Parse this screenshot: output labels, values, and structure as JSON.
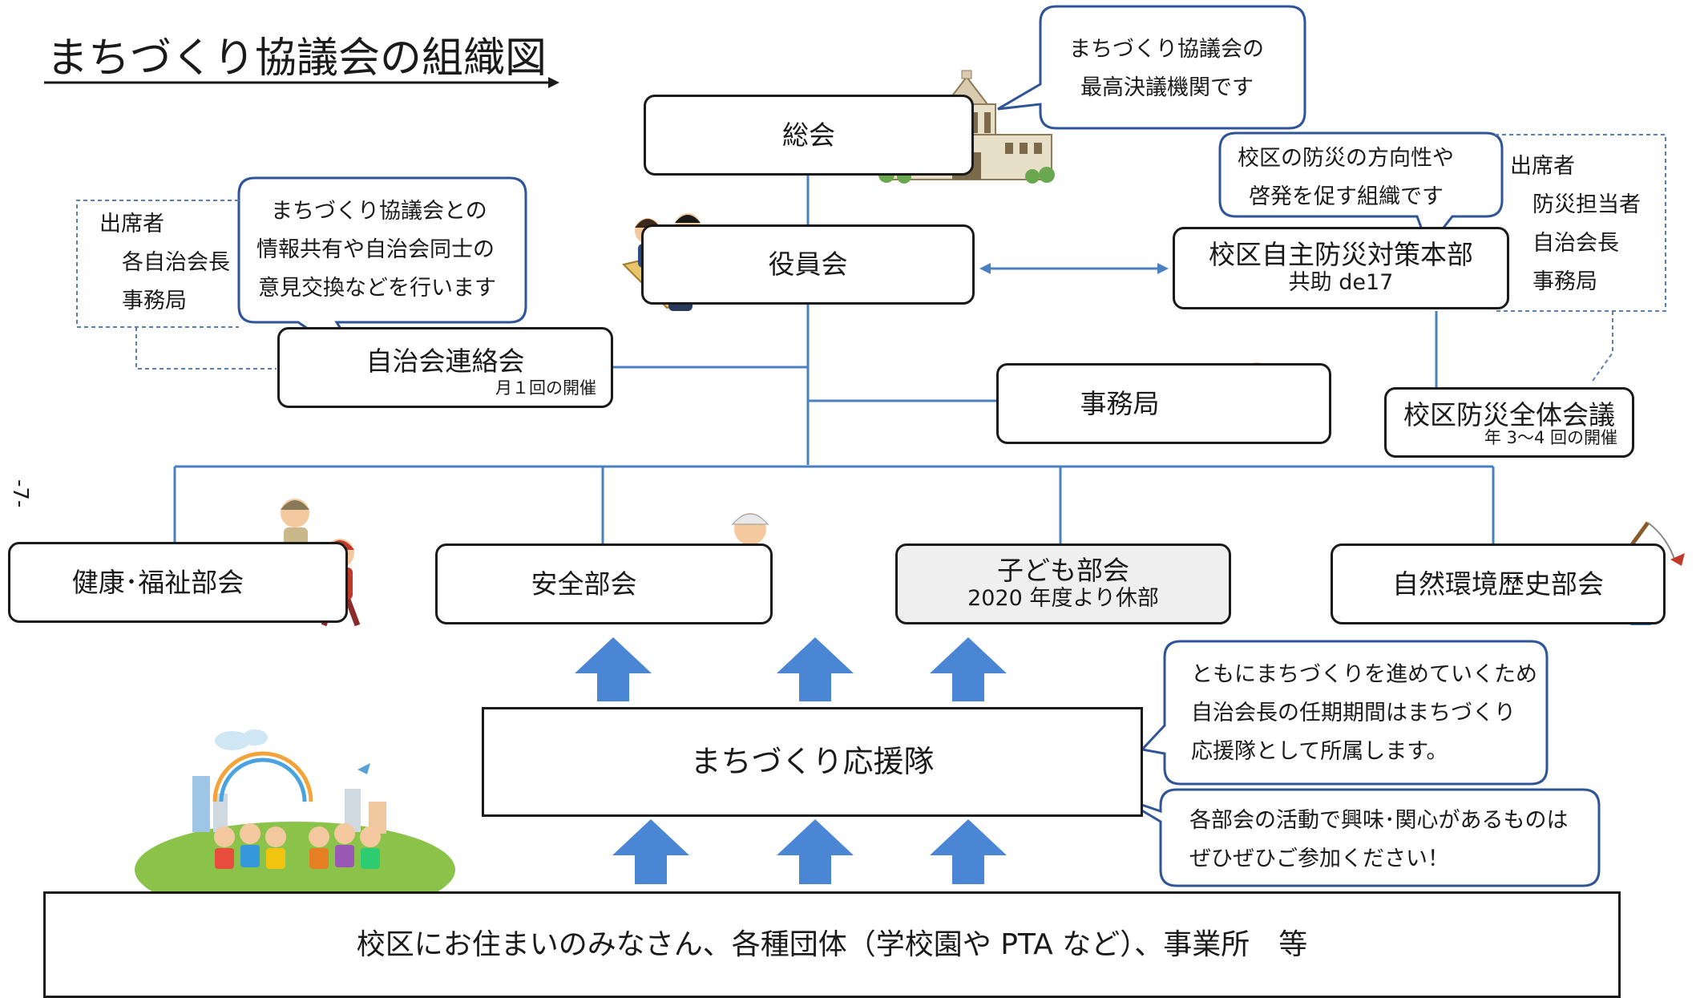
{
  "title": "まちづくり協議会の組織図",
  "page_number": "-7-",
  "nodes": {
    "soukai": "総会",
    "yakuinkai": "役員会",
    "jichikai_renrakukai": {
      "label": "自治会連絡会",
      "note": "月１回の開催"
    },
    "jimukyoku": "事務局",
    "bousai_honbu": {
      "label": "校区自主防災対策本部",
      "sub": "共助 de17"
    },
    "bousai_zentai": {
      "label": "校区防災全体会議",
      "note": "年 3～4 回の開催"
    },
    "kenkou": "健康･福祉部会",
    "anzen": "安全部会",
    "kodomo": {
      "label": "子ども部会",
      "sub": "2020 年度より休部"
    },
    "shizen": "自然環境歴史部会",
    "ouendan": "まちづくり応援隊",
    "residents": "校区にお住まいのみなさん、各種団体（学校園や PTA など）、事業所　等"
  },
  "callouts": {
    "soukai": [
      "まちづくり協議会の",
      "最高決議機関です"
    ],
    "bousai": [
      "校区の防災の方向性や",
      "啓発を促す組織です"
    ],
    "renrakukai": [
      "まちづくり協議会との",
      "情報共有や自治会同士の",
      "意見交換などを行います"
    ],
    "ouendan_members": [
      "ともにまちづくりを進めていくため",
      "自治会長の任期期間はまちづくり",
      "応援隊として所属します。"
    ],
    "participation": [
      "各部会の活動で興味･関心があるものは",
      "ぜひぜひご参加ください！"
    ]
  },
  "attendees_left": {
    "title": "出席者",
    "items": [
      "各自治会長",
      "事務局"
    ]
  },
  "attendees_right": {
    "title": "出席者",
    "items": [
      "防災担当者",
      "自治会長",
      "事務局"
    ]
  },
  "colors": {
    "line": "#4a7fc1",
    "arrow": "#4a86d4",
    "border": "#1a1a1a",
    "callout_border": "#2f5597",
    "dashed": "#5b7fb5"
  },
  "icons": [
    "parliament-building-icon",
    "meeting-people-icon",
    "office-worker-laptop-icon",
    "walking-seniors-icon",
    "crossing-guard-icon",
    "fishing-boy-icon",
    "town-community-icon"
  ]
}
